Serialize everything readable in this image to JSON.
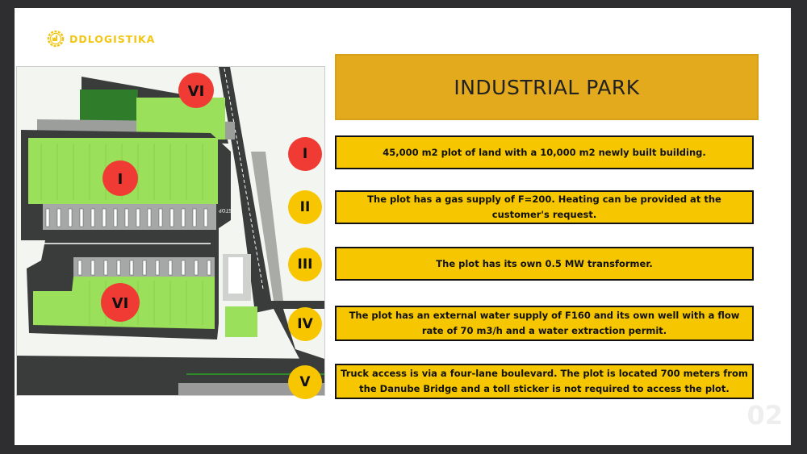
{
  "logo": {
    "text": "DDLOGISTIKA",
    "icon": "factory-gear-icon"
  },
  "title": "INDUSTRIAL PARK",
  "plan_labels": [
    "VI",
    "I",
    "VI"
  ],
  "plan_stop_text": "STOP",
  "items": [
    {
      "numeral": "I",
      "color": "#ef3b34",
      "text": "45,000 m2 plot of land with a 10,000 m2 newly built building."
    },
    {
      "numeral": "II",
      "color": "#f7c600",
      "text": "The plot has a gas supply of F=200. Heating can be provided at the customer's request."
    },
    {
      "numeral": "III",
      "color": "#f7c600",
      "text": "The plot has its own 0.5 MW transformer."
    },
    {
      "numeral": "IV",
      "color": "#f7c600",
      "text": "The plot has an external water supply of F160 and its own well with a flow rate of 70 m3/h and a water extraction permit."
    },
    {
      "numeral": "V",
      "color": "#f7c600",
      "text": "Truck access is via a four-lane boulevard. The plot is located 700 meters from the Danube Bridge and a toll sticker is not required to access the plot."
    }
  ],
  "page_number": "02"
}
